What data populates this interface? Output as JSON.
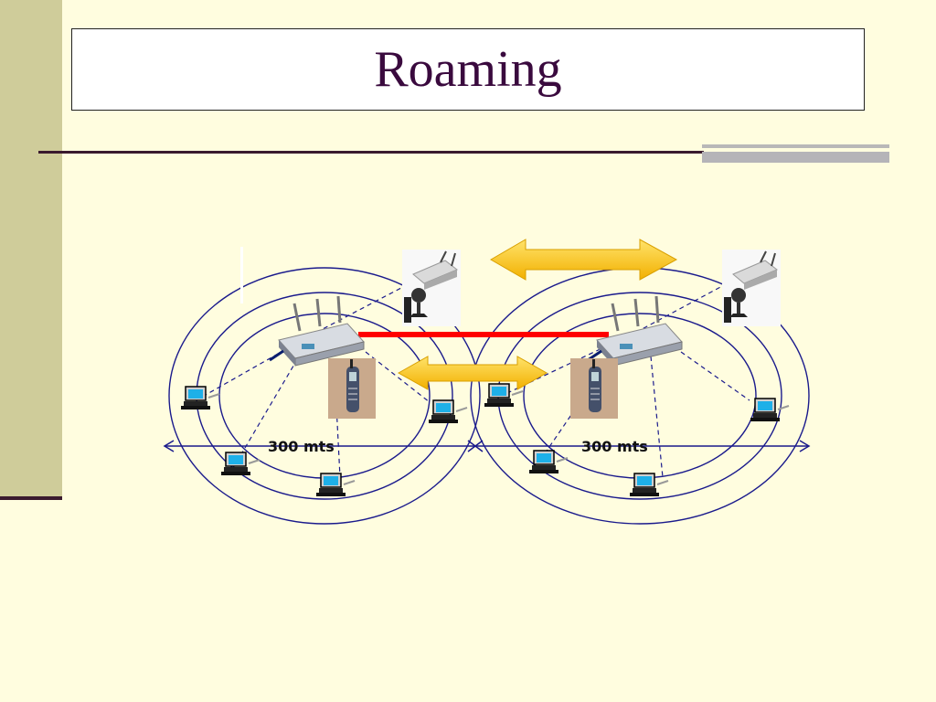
{
  "title": "Roaming",
  "distance_labels": [
    "300 mts",
    "300 mts"
  ],
  "colors": {
    "background": "#FFFDDF",
    "sidebar": "#CFCC9A",
    "title_text": "#3A0A3E",
    "coverage_circles": "#1A1A8C",
    "backbone_link": "#FF0000",
    "roaming_arrow": "#F5B800"
  },
  "icons": [
    "wireless-router-icon",
    "network-camera-icon",
    "mobile-phone-icon",
    "computer-icon"
  ]
}
